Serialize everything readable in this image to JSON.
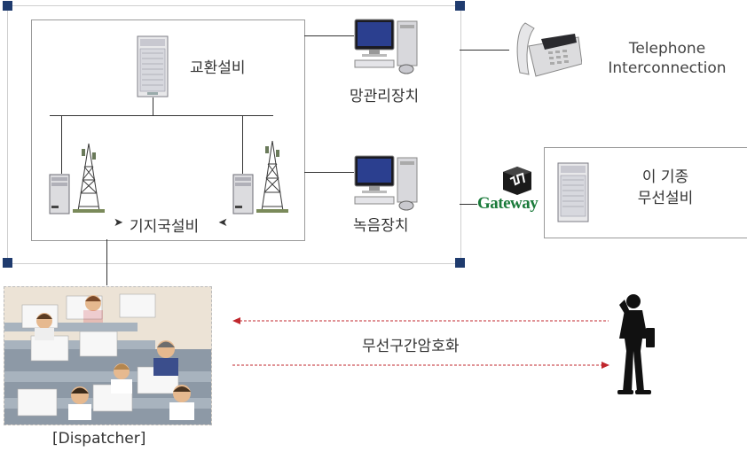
{
  "labels": {
    "exchange": "교환설비",
    "nms": "망관리장치",
    "base_station": "기지국설비",
    "recorder": "녹음장치",
    "telephone": "Telephone\nInterconnection",
    "gateway": "Gateway",
    "other_radio": "이 기종\n무선설비",
    "encrypted_call": "무선구간암호화",
    "dispatcher": "[Dispatcher]"
  },
  "colors": {
    "frame_corner": "#1f3b6e",
    "arrow_dashed": "#c0272d",
    "gateway_text": "#1a7a3a"
  }
}
